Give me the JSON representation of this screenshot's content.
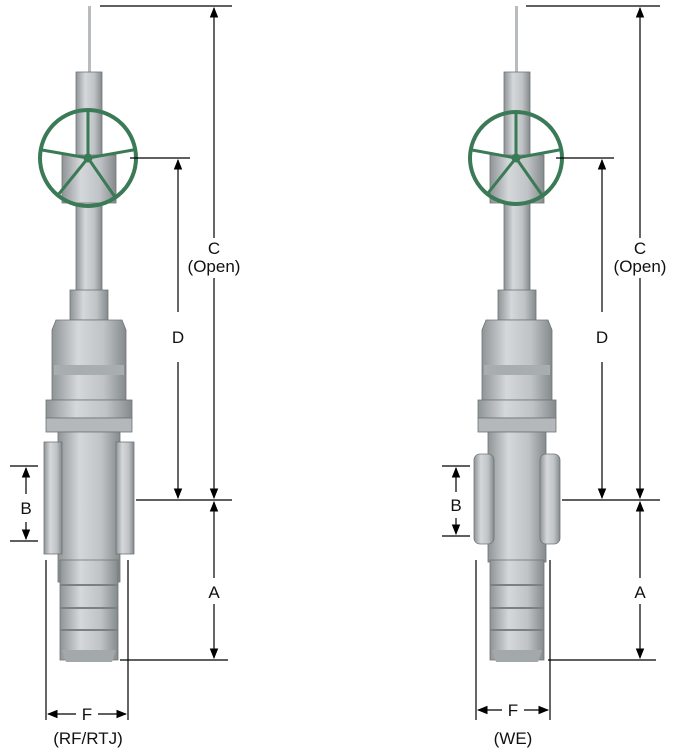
{
  "views": [
    {
      "id": "flanged",
      "variant_label": "(RF/RTJ)",
      "dimensions": {
        "A": "A",
        "B": "B",
        "C": "C",
        "C_note": "(Open)",
        "D": "D",
        "F": "F"
      }
    },
    {
      "id": "weld-end",
      "variant_label": "(WE)",
      "dimensions": {
        "A": "A",
        "B": "B",
        "C": "C",
        "C_note": "(Open)",
        "D": "D",
        "F": "F"
      }
    }
  ],
  "colors": {
    "valve_body": "#c4c8ca",
    "valve_shade": "#9ea3a6",
    "handwheel": "#3b7a57",
    "line": "#000000"
  }
}
